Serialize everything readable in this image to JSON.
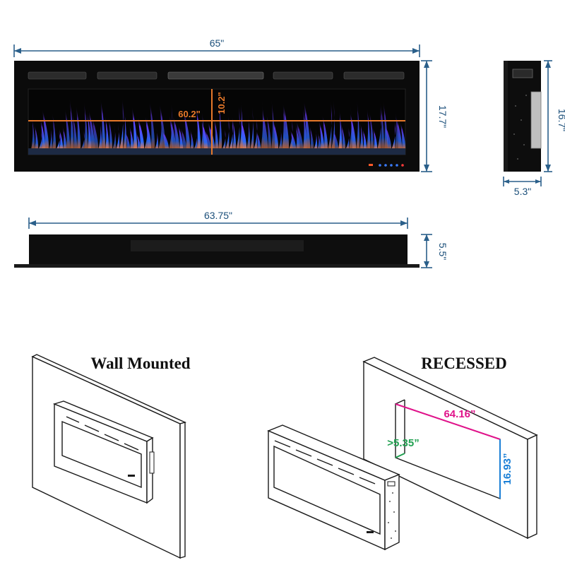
{
  "dimensions": {
    "front_width": "65\"",
    "front_height": "17.7\"",
    "firebox_width": "60.2\"",
    "firebox_height": "10.2\"",
    "side_height": "16.7\"",
    "side_depth": "5.3\"",
    "top_width": "63.75\"",
    "top_depth": "5.5\""
  },
  "installation": {
    "wall_mounted_title": "Wall Mounted",
    "recessed_title": "RECESSED",
    "recess_width": "64.16”",
    "recess_depth": ">5.35”",
    "recess_height": "16.93”"
  },
  "colors": {
    "dimension_line": "#2a5f8a",
    "firebox_accent": "#e8792a",
    "recess_width_color": "#e0128a",
    "recess_depth_color": "#20a050",
    "recess_height_color": "#1a7fd6",
    "flame_blue": "#2b6cff"
  }
}
